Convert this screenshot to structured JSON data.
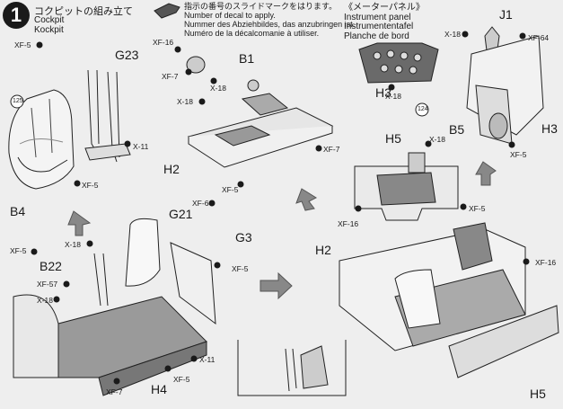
{
  "step": {
    "number": "1",
    "title_jp": "コクピットの組み立て",
    "title_en": "Cockpit",
    "title_de": "Kockpit"
  },
  "decal_note": {
    "jp": "指示の番号のスライドマークをはります。",
    "en": "Number of decal to apply.",
    "de": "Nummer des Abziehbildes, das anzubringen ist.",
    "fr": "Numéro de la décalcomanie à utiliser."
  },
  "instrument_panel": {
    "jp": "《メーターパネル》",
    "en": "Instrument panel",
    "de": "Instrumententafel",
    "fr": "Planche de bord"
  },
  "labels": {
    "g23": "G23",
    "b1": "B1",
    "j1": "J1",
    "h3_a": "H3",
    "h3_b": "H3",
    "b5": "B5",
    "h5_a": "H5",
    "h5_b": "H5",
    "b4": "B4",
    "h2_a": "H2",
    "h2_b": "H2",
    "g21": "G21",
    "g3": "G3",
    "b22": "B22",
    "h4": "H4",
    "decal_125": "125",
    "decal_124": "124"
  },
  "colors": {
    "xf5": "XF-5",
    "xf16": "XF-16",
    "xf7": "XF-7",
    "x18": "X-18",
    "x11": "X-11",
    "xf64": "XF-64",
    "xf57": "XF-57"
  }
}
